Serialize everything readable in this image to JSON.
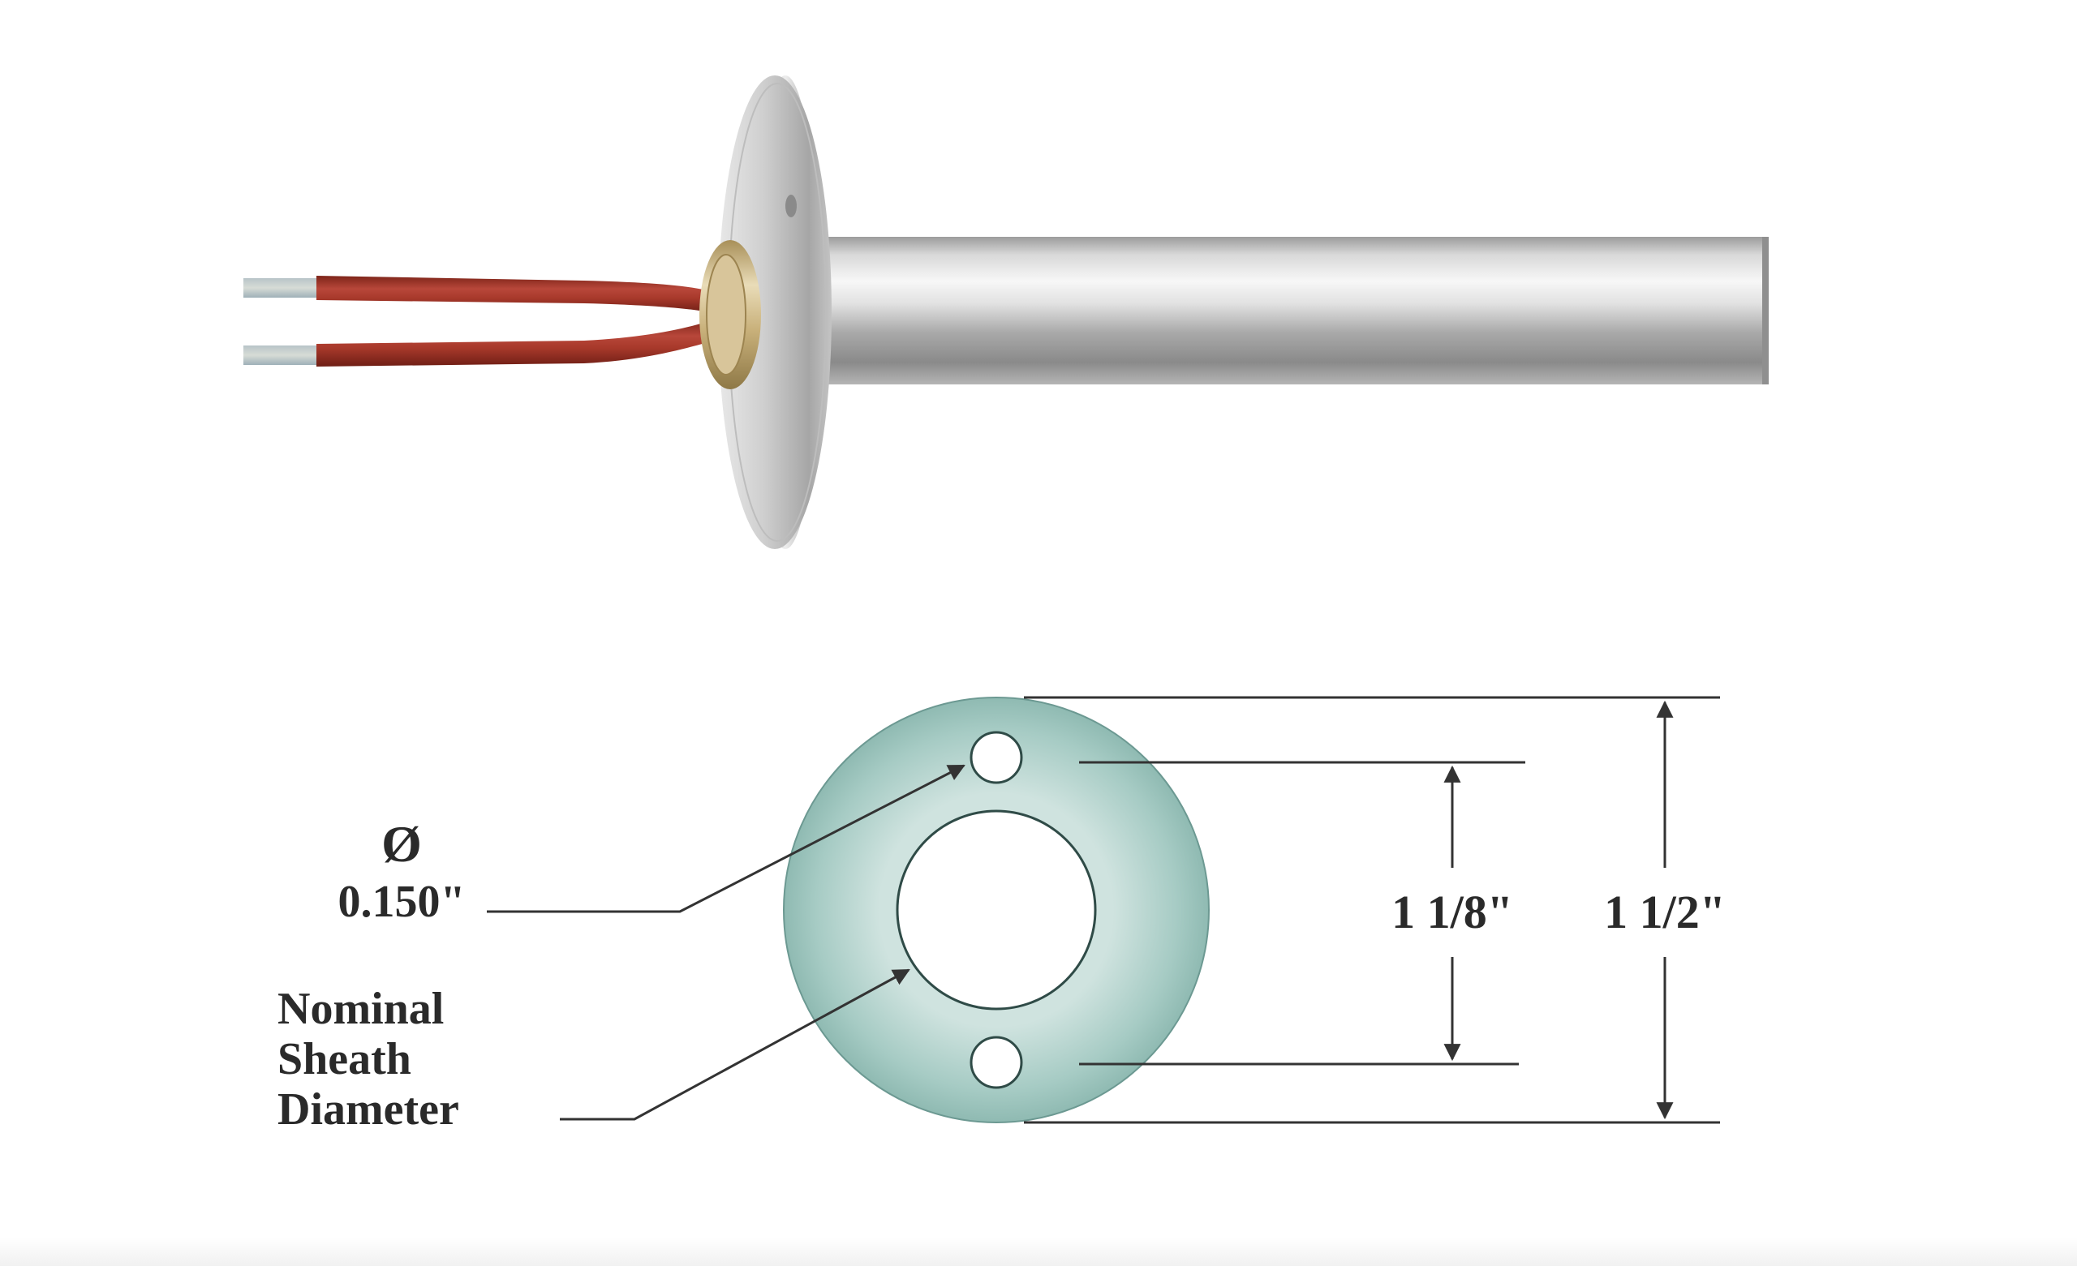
{
  "labels": {
    "diameter_symbol": "Ø",
    "hole_diameter": "0.150\"",
    "sheath_line1": "Nominal",
    "sheath_line2": "Sheath",
    "sheath_line3": "Diameter",
    "bolt_spacing": "1 1/8\"",
    "flange_diameter": "1 1/2\""
  },
  "colors": {
    "lead_insulation": "#a8392b",
    "flange_face": "#a9cfc8",
    "steel": "#c9c9c9",
    "dimension_line": "#333333"
  }
}
